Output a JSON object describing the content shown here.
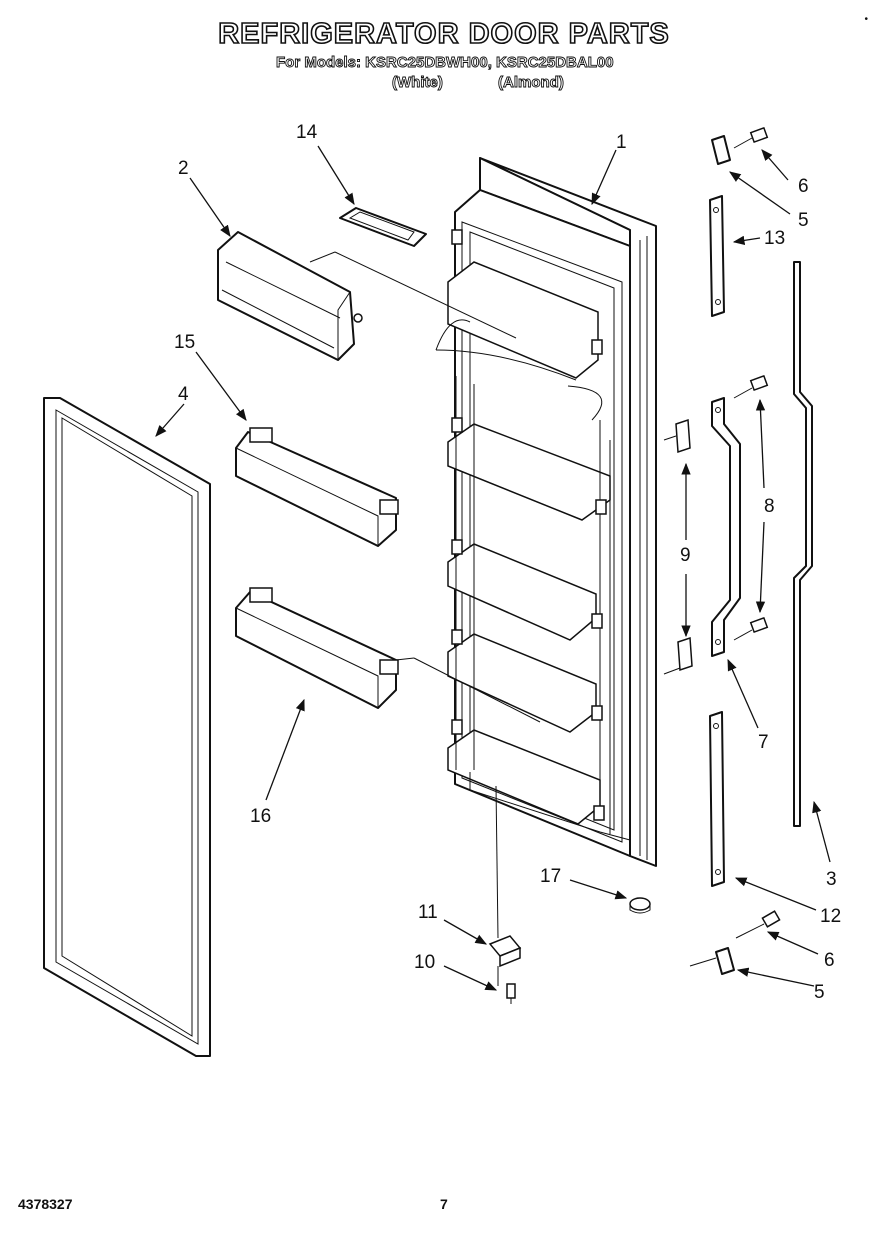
{
  "header": {
    "title": "REFRIGERATOR DOOR PARTS",
    "models": "For Models: KSRC25DBWH00, KSRC25DBAL00",
    "variant_white": "(White)",
    "variant_almond": "(Almond)"
  },
  "footer": {
    "doc_number": "4378327",
    "page_number": "7"
  },
  "corner_mark": "•",
  "callouts": {
    "c1": "1",
    "c2": "2",
    "c3": "3",
    "c4": "4",
    "c5a": "5",
    "c5b": "5",
    "c6a": "6",
    "c6b": "6",
    "c7": "7",
    "c8": "8",
    "c9": "9",
    "c10": "10",
    "c11": "11",
    "c12": "12",
    "c13": "13",
    "c14": "14",
    "c15": "15",
    "c16": "16",
    "c17": "17"
  }
}
